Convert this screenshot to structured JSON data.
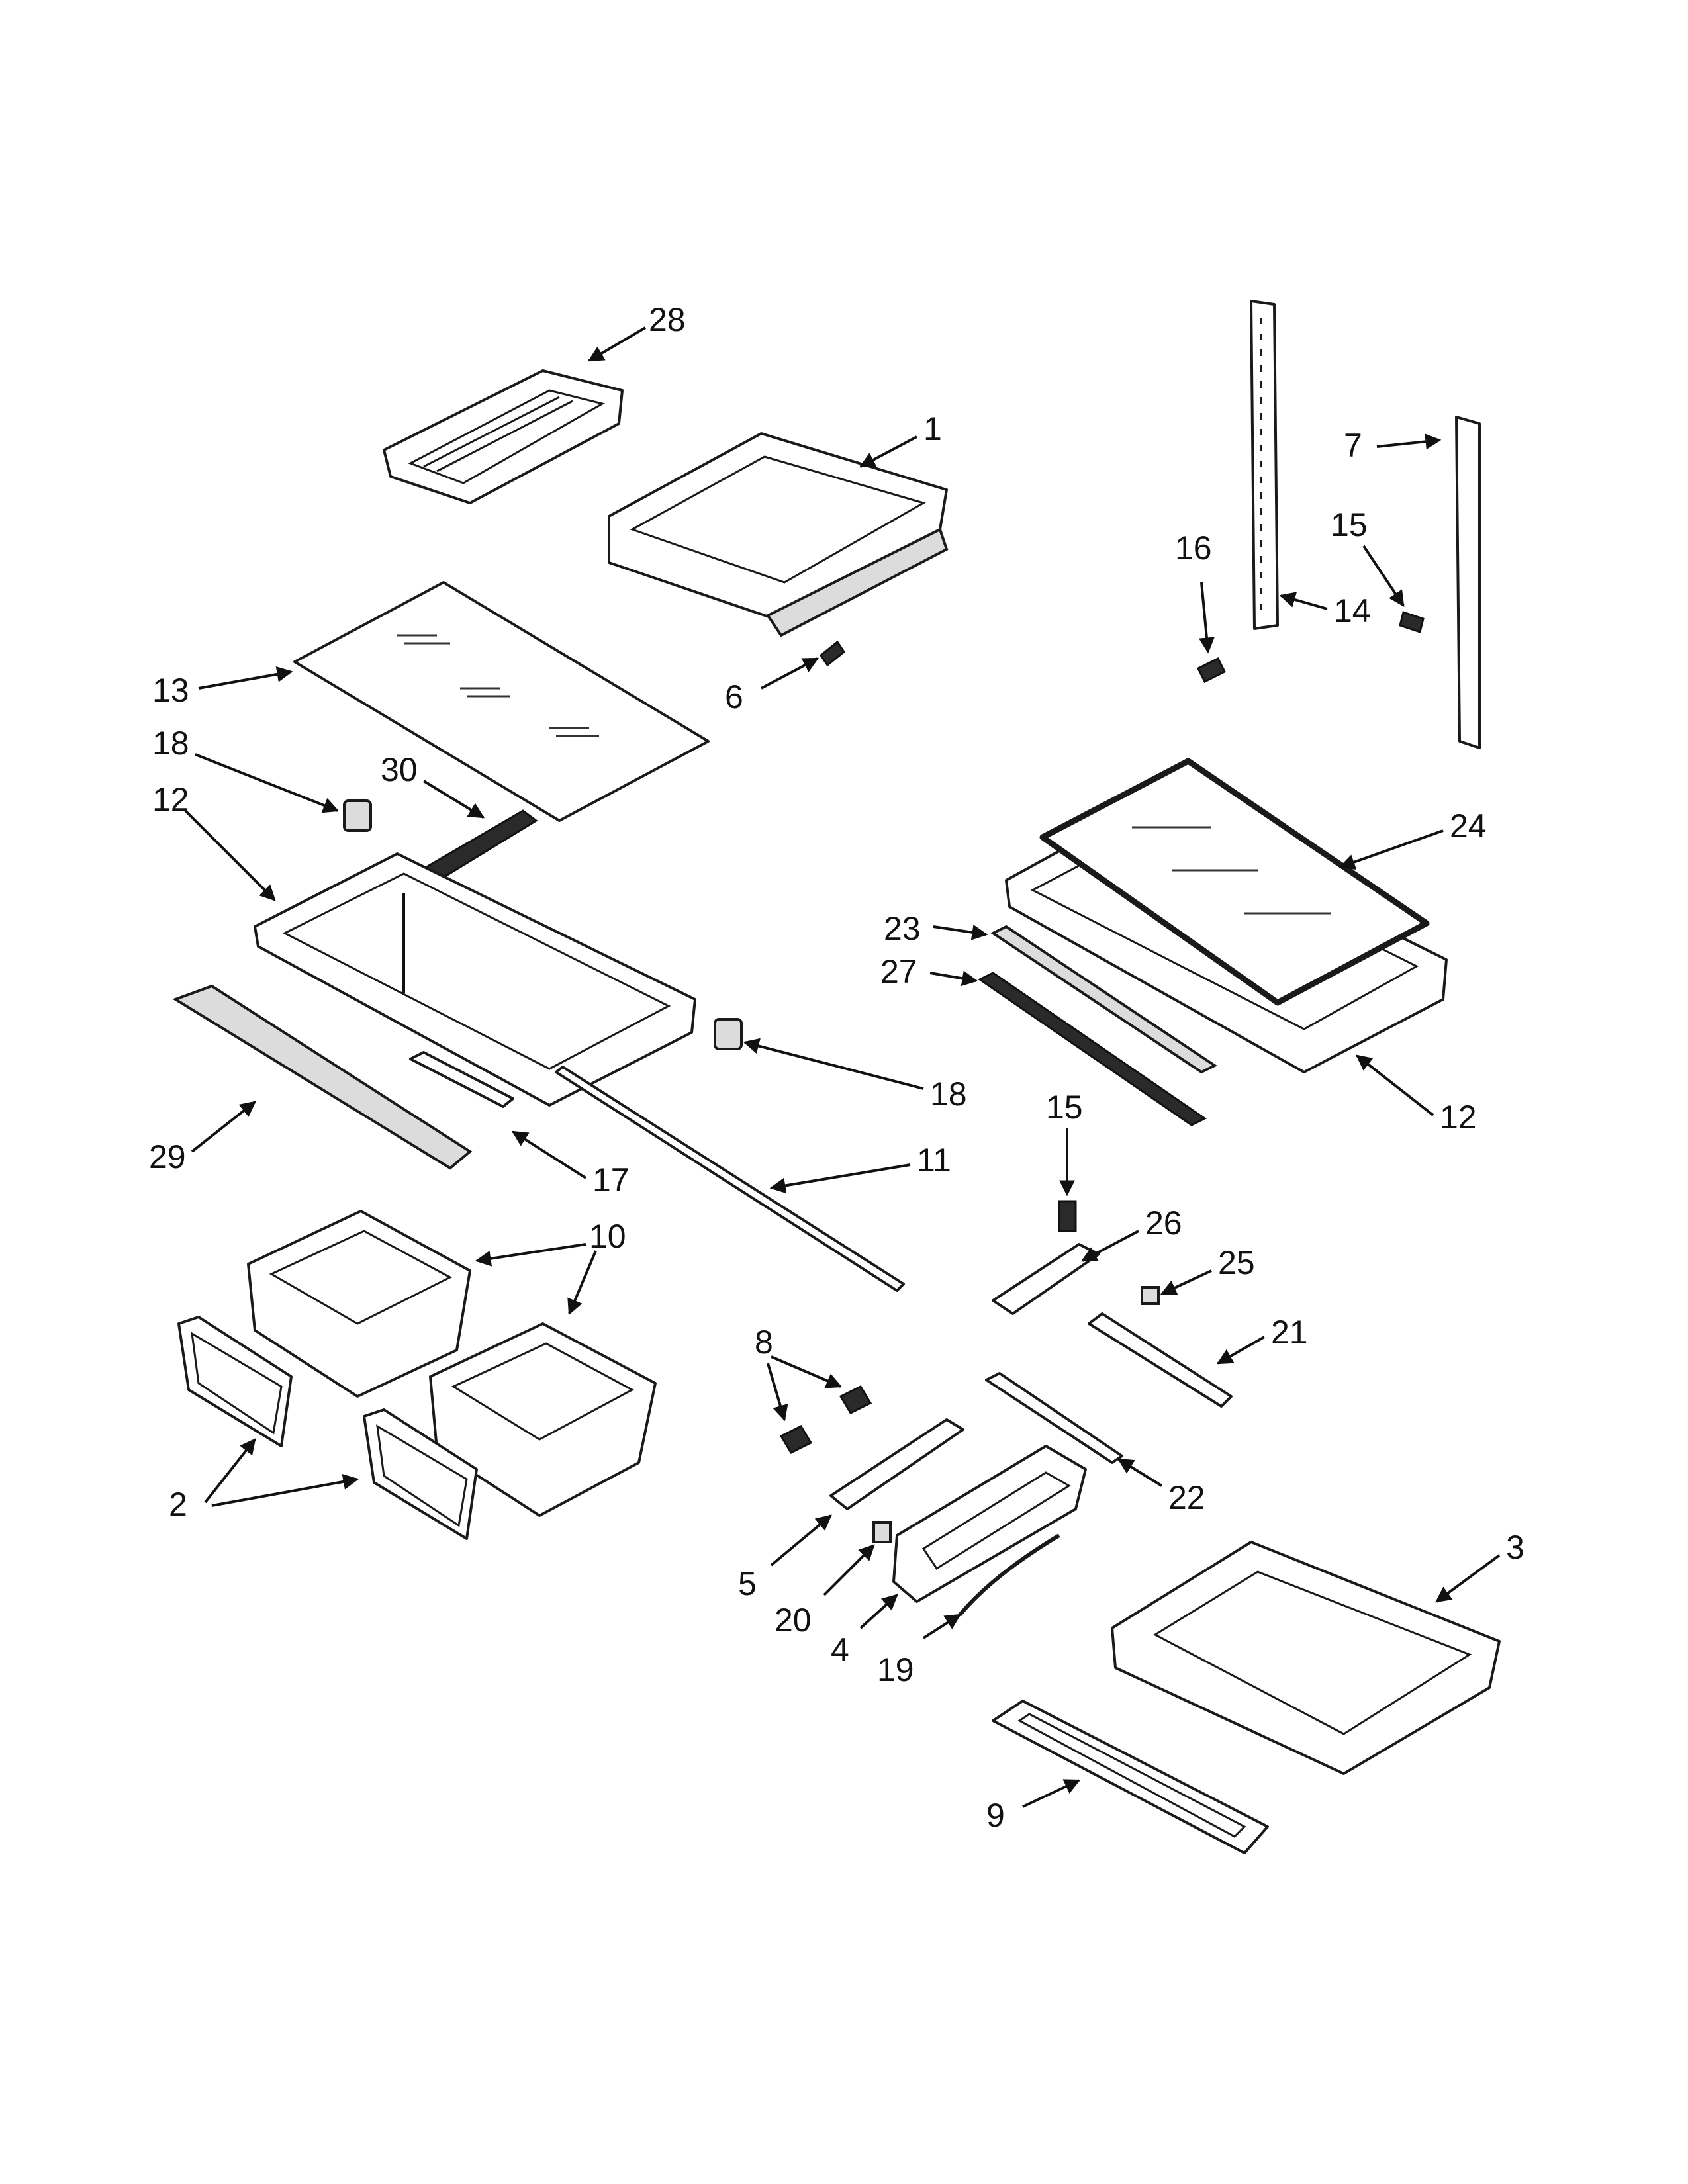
{
  "callouts": {
    "c1": "1",
    "c2": "2",
    "c3": "3",
    "c4": "4",
    "c5": "5",
    "c6": "6",
    "c7": "7",
    "c8": "8",
    "c9": "9",
    "c10": "10",
    "c11": "11",
    "c12a": "12",
    "c12b": "12",
    "c13": "13",
    "c14": "14",
    "c15a": "15",
    "c15b": "15",
    "c16": "16",
    "c17": "17",
    "c18a": "18",
    "c18b": "18",
    "c19": "19",
    "c20": "20",
    "c21": "21",
    "c22": "22",
    "c23": "23",
    "c24": "24",
    "c25": "25",
    "c26": "26",
    "c27": "27",
    "c28": "28",
    "c29": "29",
    "c30": "30"
  }
}
